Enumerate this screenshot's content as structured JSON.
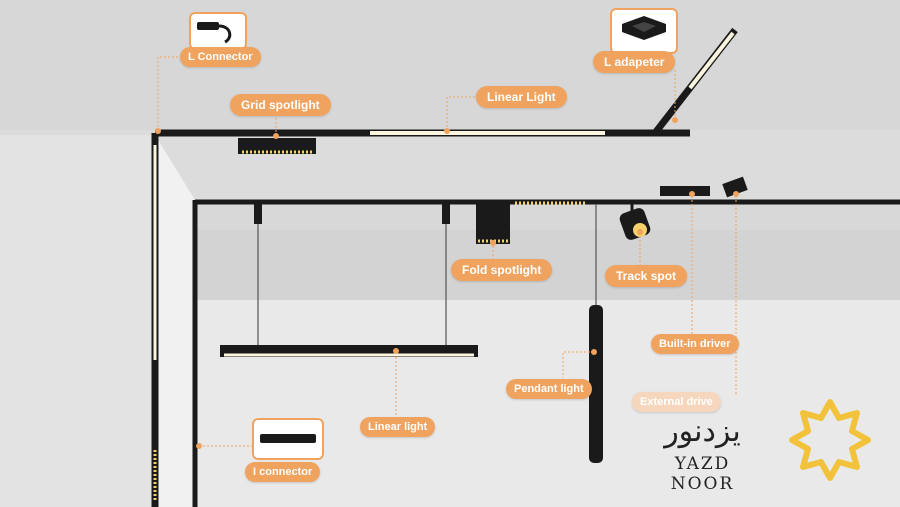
{
  "labels": {
    "l_connector": "L Connector",
    "l_adapter": "L adapeter",
    "grid_spotlight": "Grid spotlight",
    "linear_light_top": "Linear Light",
    "fold_spotlight": "Fold spotlight",
    "track_spot": "Track spot",
    "built_in_driver": "Built-in driver",
    "external_drive": "External drive",
    "pendant_light": "Pendant light",
    "linear_light_bottom": "Linear light",
    "i_connector": "I connector"
  },
  "brand": {
    "name_fa": "یزدنور",
    "name_en": "YAZD NOOR",
    "logo_icon": "star-burst-icon"
  },
  "colors": {
    "accent": "#f0a35e",
    "track": "#1a1a1a",
    "led": "#f5d26b",
    "logo": "#f2c23b"
  }
}
